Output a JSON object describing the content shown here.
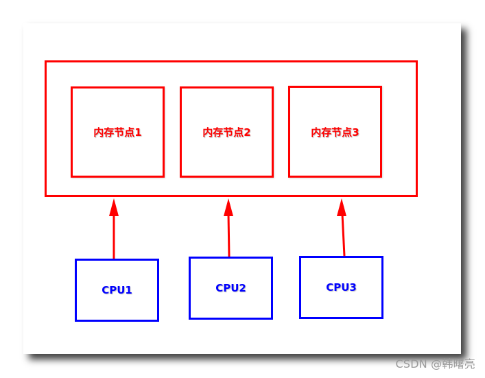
{
  "diagram": {
    "memory_nodes": [
      {
        "label": "内存节点1"
      },
      {
        "label": "内存节点2"
      },
      {
        "label": "内存节点3"
      }
    ],
    "cpus": [
      {
        "label": "CPU1"
      },
      {
        "label": "CPU2"
      },
      {
        "label": "CPU3"
      }
    ],
    "connections": [
      {
        "from": "CPU1",
        "to": "内存节点1"
      },
      {
        "from": "CPU2",
        "to": "内存节点2"
      },
      {
        "from": "CPU3",
        "to": "内存节点3"
      }
    ],
    "colors": {
      "memory": "#ff0000",
      "cpu": "#0000ff",
      "arrow": "#ff0000"
    }
  },
  "watermark": "CSDN @韩曙亮"
}
